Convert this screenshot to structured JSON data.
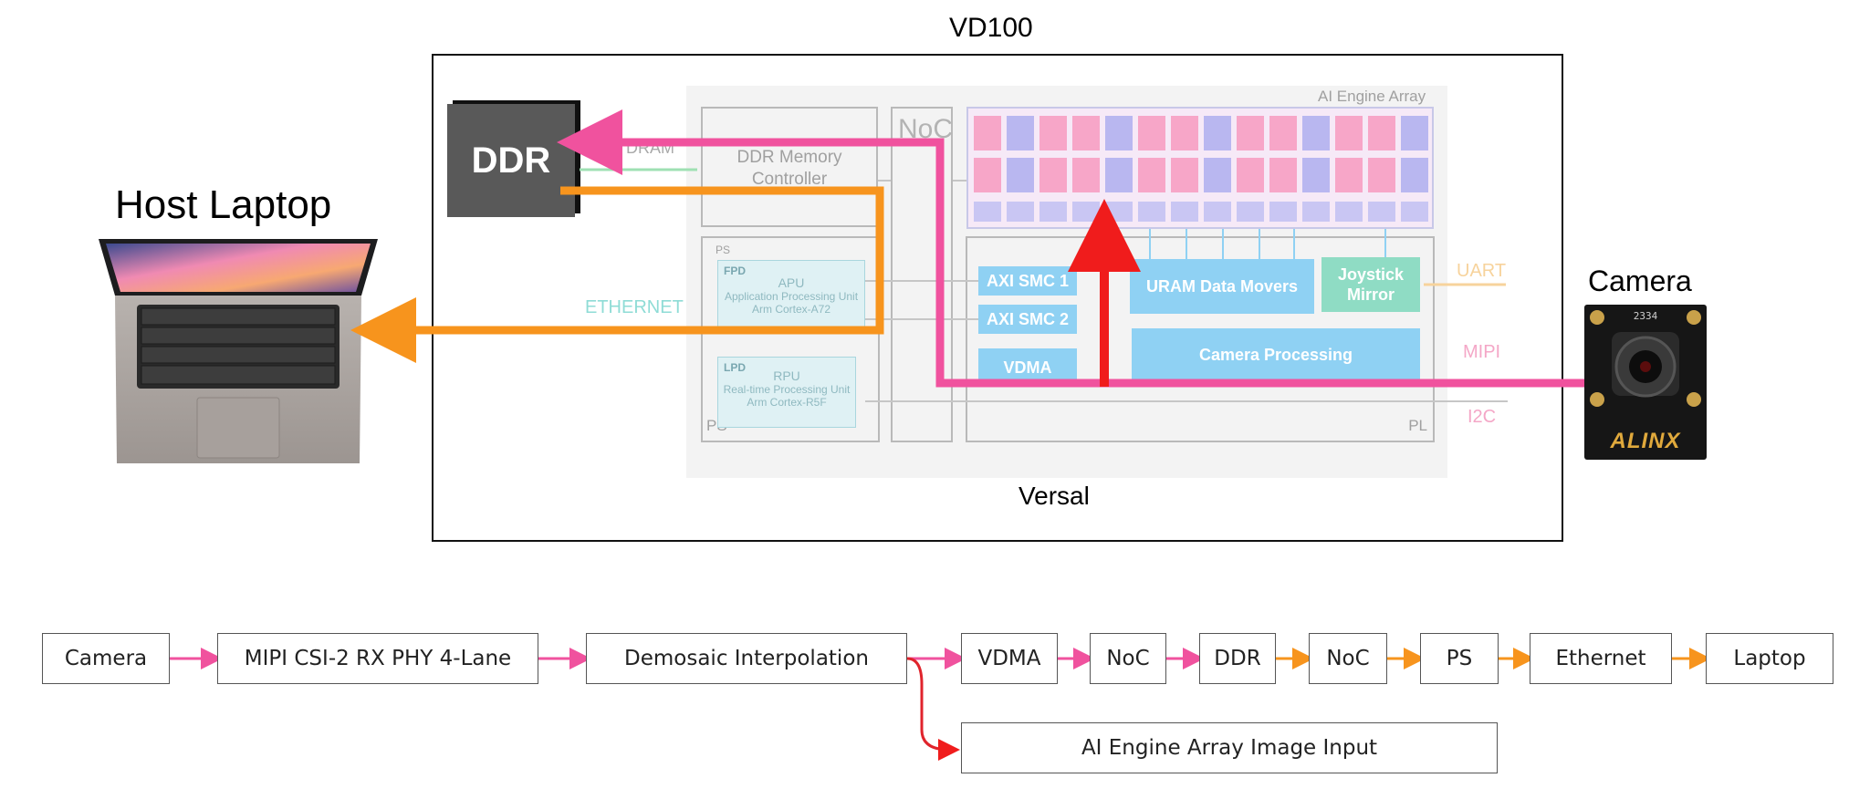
{
  "top": {
    "board_title": "VD100",
    "versal_label": "Versal",
    "host_label": "Host Laptop",
    "camera_label": "Camera"
  },
  "soc": {
    "ddr_chip": "DDR",
    "dram_label": "DRAM",
    "ddr_controller": "DDR Memory Controller",
    "noc": "NoC",
    "aie_array_label": "AI Engine Array",
    "ps_small": "PS",
    "fpd": {
      "tag": "FPD",
      "title": "APU",
      "line1": "Application Processing Unit",
      "line2": "Arm Cortex-A72"
    },
    "lpd": {
      "tag": "LPD",
      "title": "RPU",
      "line1": "Real-time Processing Unit",
      "line2": "Arm Cortex-R5F"
    },
    "ps_label": "PS",
    "pl_label": "PL",
    "pl_blocks": {
      "axi_smc1": "AXI SMC 1",
      "axi_smc2": "AXI SMC 2",
      "vdma": "VDMA",
      "uram": "URAM Data Movers",
      "joystick_line1": "Joystick",
      "joystick_line2": "Mirror",
      "camera_processing": "Camera Processing"
    },
    "io": {
      "ethernet": "ETHERNET",
      "uart": "UART",
      "mipi": "MIPI",
      "i2c": "I2C"
    }
  },
  "camera_module": {
    "brand": "ALINX",
    "part": "2334"
  },
  "flow": {
    "camera": "Camera",
    "mipi": "MIPI CSI-2 RX PHY 4-Lane",
    "demosaic": "Demosaic Interpolation",
    "vdma": "VDMA",
    "noc1": "NoC",
    "ddr": "DDR",
    "noc2": "NoC",
    "ps": "PS",
    "ethernet": "Ethernet",
    "laptop": "Laptop",
    "aie_input": "AI Engine Array Image Input"
  },
  "colors": {
    "pink": "#f0529e",
    "orange": "#f7941d",
    "red": "#f01c1c",
    "pl_blue": "#8fd1f3",
    "joystick_green": "#8fdcc4"
  }
}
